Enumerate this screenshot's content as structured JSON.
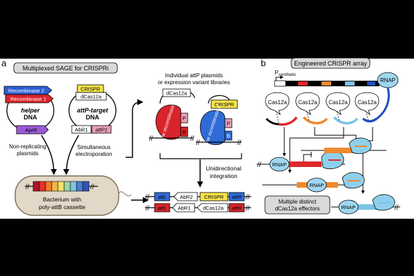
{
  "panel_a": {
    "letter": "a",
    "title": "Multiplexed SAGE for CRISPRi",
    "helper": {
      "recombinase_2": "Recombinase 2",
      "recombinase_1": "Recombinase 1",
      "label_line1": "helper",
      "label_line2": "DNA",
      "marker": "AprR",
      "caption_line1": "Non-replicating",
      "caption_line2": "plasmids"
    },
    "target": {
      "crispr": "CRISPR",
      "dcas": "dCas12a",
      "label_line1": "attP-target",
      "label_line2": "DNA",
      "abr": "AbR1",
      "attp": "attP1",
      "caption_line1": "Simultaneous",
      "caption_line2": "electroporation"
    },
    "bacterium": {
      "label_line1": "Bacterium with",
      "label_line2": "poly-attB cassette",
      "cassette_colors": [
        "#b3122a",
        "#e2312e",
        "#f07d2c",
        "#f5b54a",
        "#f3e26b",
        "#9fd4a0",
        "#7cc3e6",
        "#4a7fd1",
        "#2f55b8"
      ]
    },
    "variants": {
      "caption_line1": "Individual attP plasmids",
      "caption_line2": "or expression variant libraries",
      "dcas": "dCas12a",
      "crispr": "CRISPR",
      "recombinase_1": "Serine recombinase 1",
      "recombinase_2": "Serine recombinase 2",
      "p": "P",
      "b": "B"
    },
    "integration": {
      "caption_line1": "Unidirectional",
      "caption_line2": "integration"
    },
    "product": {
      "row1": [
        "attL",
        "AbR2",
        "CRISPR",
        "attR"
      ],
      "row2": [
        "attL",
        "AbR1",
        "dCas12a",
        "attR"
      ]
    }
  },
  "panel_b": {
    "letter": "b",
    "title": "Engineered CRISPR array",
    "promoter": "Psynthetic",
    "rnap": "RNAP",
    "cas": [
      "Cas12a",
      "Cas12a",
      "Cas12a",
      "Cas12a"
    ],
    "effectors_line1": "Multiple distinct",
    "effectors_line2": "dCas12a effectors",
    "colors": {
      "red": "#e0262b",
      "orange": "#f0892f",
      "light_blue": "#7cc3e6",
      "blue": "#1f4fbf",
      "cyan": "#8ed0ec"
    }
  }
}
